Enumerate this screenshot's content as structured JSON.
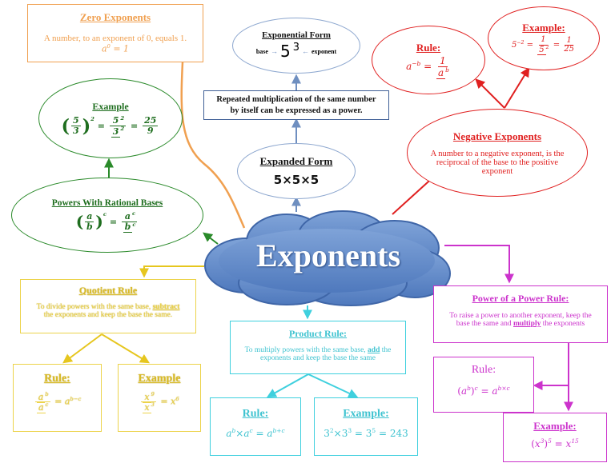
{
  "center": {
    "label": "Exponents"
  },
  "zero": {
    "title": "Zero Exponents",
    "line1": "A number, to an exponent of 0, equals 1.",
    "eq_base": "a",
    "eq_exp": "0",
    "eq_rest": " = 1"
  },
  "exponential": {
    "title": "Exponential Form",
    "base_label": "base",
    "base": "5",
    "exp": "3",
    "exponent_label": "exponent"
  },
  "repeated": {
    "line1": "Repeated multiplication of the same number",
    "line2": "by itself can be expressed as a power."
  },
  "expanded": {
    "title": "Expanded Form",
    "value": "5×5×5"
  },
  "neg_rule": {
    "title": "Rule:",
    "lhs_base": "a",
    "lhs_exp": "−b",
    "eq": " = ",
    "num": "1",
    "den_base": "a",
    "den_exp": "b"
  },
  "neg_example": {
    "title": "Example:",
    "lhs_base": "5",
    "lhs_exp": "−2",
    "eq1": " = ",
    "num1": "1",
    "den1_base": "5",
    "den1_exp": "2",
    "eq2": " = ",
    "num2": "1",
    "den2": "25"
  },
  "negative": {
    "title": "Negative Exponents",
    "line1": "A number to a negative exponent, is the",
    "line2": "reciprocal of the base to the positive",
    "line3": "exponent"
  },
  "example_green": {
    "title": "Example",
    "num": "5",
    "den": "3",
    "exp": "2",
    "eq1": " = ",
    "n2": "5",
    "n2e": "2",
    "d2": "3",
    "d2e": "2",
    "eq2": " = ",
    "n3": "25",
    "d3": "9"
  },
  "rational": {
    "title": "Powers With Rational Bases",
    "num": "a",
    "den": "b",
    "exp": "c",
    "eq": " = ",
    "rnum": "a",
    "rnum_exp": "c",
    "rden": "b",
    "rden_exp": "c"
  },
  "quotient": {
    "title": "Quotient Rule",
    "line1a": "To divide powers with the same base, ",
    "line1b": "subtract",
    "line2": "the exponents and keep the base the same."
  },
  "q_rule": {
    "title": "Rule:",
    "num_base": "a",
    "num_exp": "b",
    "den_base": "a",
    "den_exp": "c",
    "eq": " = ",
    "res_base": "a",
    "res_exp": "b−c"
  },
  "q_example": {
    "title": "Example",
    "num_base": "x",
    "num_exp": "9",
    "den_base": "x",
    "den_exp": "3",
    "eq": " = ",
    "res_base": "x",
    "res_exp": "6"
  },
  "product": {
    "title": "Product Rule:",
    "line1a": "To multiply powers with the same base, ",
    "line1b": "add",
    "line1c": " the",
    "line2": "exponents and keep the base the same"
  },
  "p_rule": {
    "title": "Rule:",
    "a": "a",
    "b": "b",
    "times": "×",
    "a2": "a",
    "c": "c",
    "eq": " = ",
    "a3": "a",
    "bc": "b+c"
  },
  "p_example": {
    "title": "Example:",
    "base1": "3",
    "exp1": "2",
    "times": "×",
    "base2": "3",
    "exp2": "3",
    "eq": " = ",
    "base3": "3",
    "exp3": "5",
    "eq2": " = ",
    "res": "243"
  },
  "power": {
    "title": "Power of a Power Rule:",
    "line1": "To raise a power to another exponent, keep the",
    "line2a": "base the same and ",
    "line2b": "multiply",
    "line2c": " the exponents"
  },
  "pw_rule": {
    "title": "Rule:",
    "open": "(",
    "a": "a",
    "b": "b",
    "close": ")",
    "c": "c",
    "eq": " = ",
    "a2": "a",
    "bc": "b×c"
  },
  "pw_example": {
    "title": "Example:",
    "open": "(",
    "x": "x",
    "e1": "3",
    "close": ")",
    "e2": "5",
    "eq": " = ",
    "x2": "x",
    "e3": "15"
  }
}
